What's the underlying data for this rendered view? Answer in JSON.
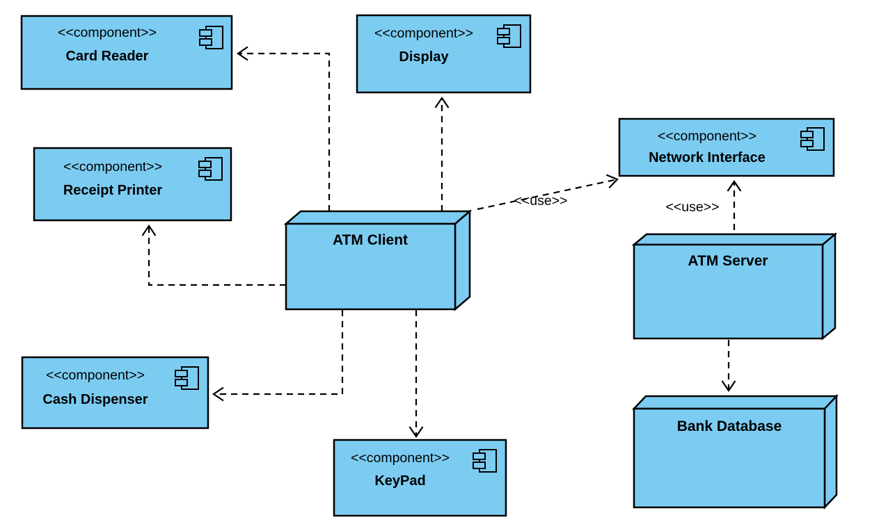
{
  "colors": {
    "node_fill": "#7CCCF2",
    "border": "#000000",
    "background": "#FFFFFF",
    "label_text": "#000000"
  },
  "components": [
    {
      "stereotype": "<<component>>",
      "name": "Card Reader"
    },
    {
      "stereotype": "<<component>>",
      "name": "Display"
    },
    {
      "stereotype": "<<component>>",
      "name": "Network Interface"
    },
    {
      "stereotype": "<<component>>",
      "name": "Receipt Printer"
    },
    {
      "stereotype": "<<component>>",
      "name": "Cash Dispenser"
    },
    {
      "stereotype": "<<component>>",
      "name": "KeyPad"
    }
  ],
  "nodes": [
    {
      "name": "ATM Client"
    },
    {
      "name": "ATM Server"
    },
    {
      "name": "Bank Database"
    }
  ],
  "connectors": {
    "client_network": {
      "label": "<<use>>"
    },
    "server_network": {
      "label": "<<use>>"
    }
  }
}
